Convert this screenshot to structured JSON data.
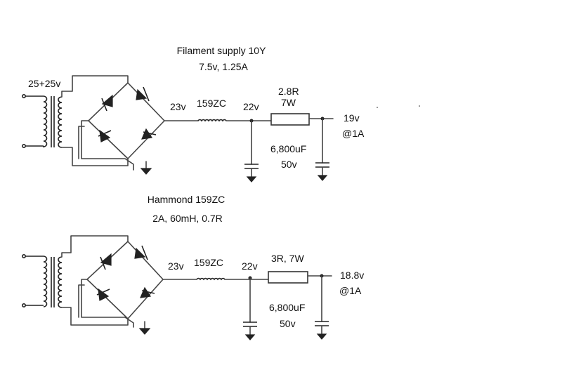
{
  "top": {
    "title": "Filament supply 10Y",
    "subtitle": "7.5v, 1.25A",
    "transformer_label": "25+25v",
    "bridge_out": "23v",
    "choke_label": "159ZC",
    "filter_node": "22v",
    "resistor_value": "2.8R",
    "resistor_power": "7W",
    "cap_value": "6,800uF",
    "cap_voltage": "50v",
    "output_voltage": "19v",
    "output_current": "@1A"
  },
  "middle": {
    "choke_name": "Hammond 159ZC",
    "choke_spec": "2A, 60mH, 0.7R"
  },
  "bottom": {
    "bridge_out": "23v",
    "choke_label": "159ZC",
    "filter_node": "22v",
    "resistor_label": "3R, 7W",
    "cap_value": "6,800uF",
    "cap_voltage": "50v",
    "output_voltage": "18.8v",
    "output_current": "@1A"
  }
}
